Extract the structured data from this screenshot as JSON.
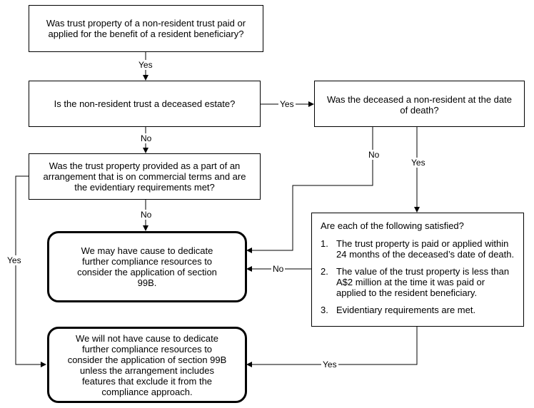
{
  "nodes": {
    "q1": "Was trust property of a non-resident trust paid or applied for the benefit of a resident beneficiary?",
    "q2": "Is the non-resident trust a deceased estate?",
    "q3": "Was the deceased a non-resident at the date of death?",
    "q4": "Was the trust property provided as a part of an arrangement that is on commercial terms and are the evidentiary requirements met?",
    "criteria": {
      "intro": "Are each of the following satisfied?",
      "items": [
        {
          "num": "1.",
          "text": "The trust property is paid or applied within 24 months of the deceased’s date of death."
        },
        {
          "num": "2.",
          "text": "The value of the trust property is less than A$2 million at the time it was paid or applied to the resident beneficiary."
        },
        {
          "num": "3.",
          "text": "Evidentiary requirements are met."
        }
      ]
    },
    "outcome_cause": "We may have cause to dedicate further compliance resources to consider the application of section 99B.",
    "outcome_no_cause": "We will not have cause to dedicate further compliance resources to consider the application of section 99B unless the arrangement includes features that exclude it from the compliance approach."
  },
  "edge_labels": {
    "q1_q2": "Yes",
    "q2_q3": "Yes",
    "q2_q4": "No",
    "q3_no": "No",
    "q3_yes": "Yes",
    "q4_no": "No",
    "q4_yes": "Yes",
    "criteria_no": "No",
    "criteria_yes": "Yes"
  }
}
